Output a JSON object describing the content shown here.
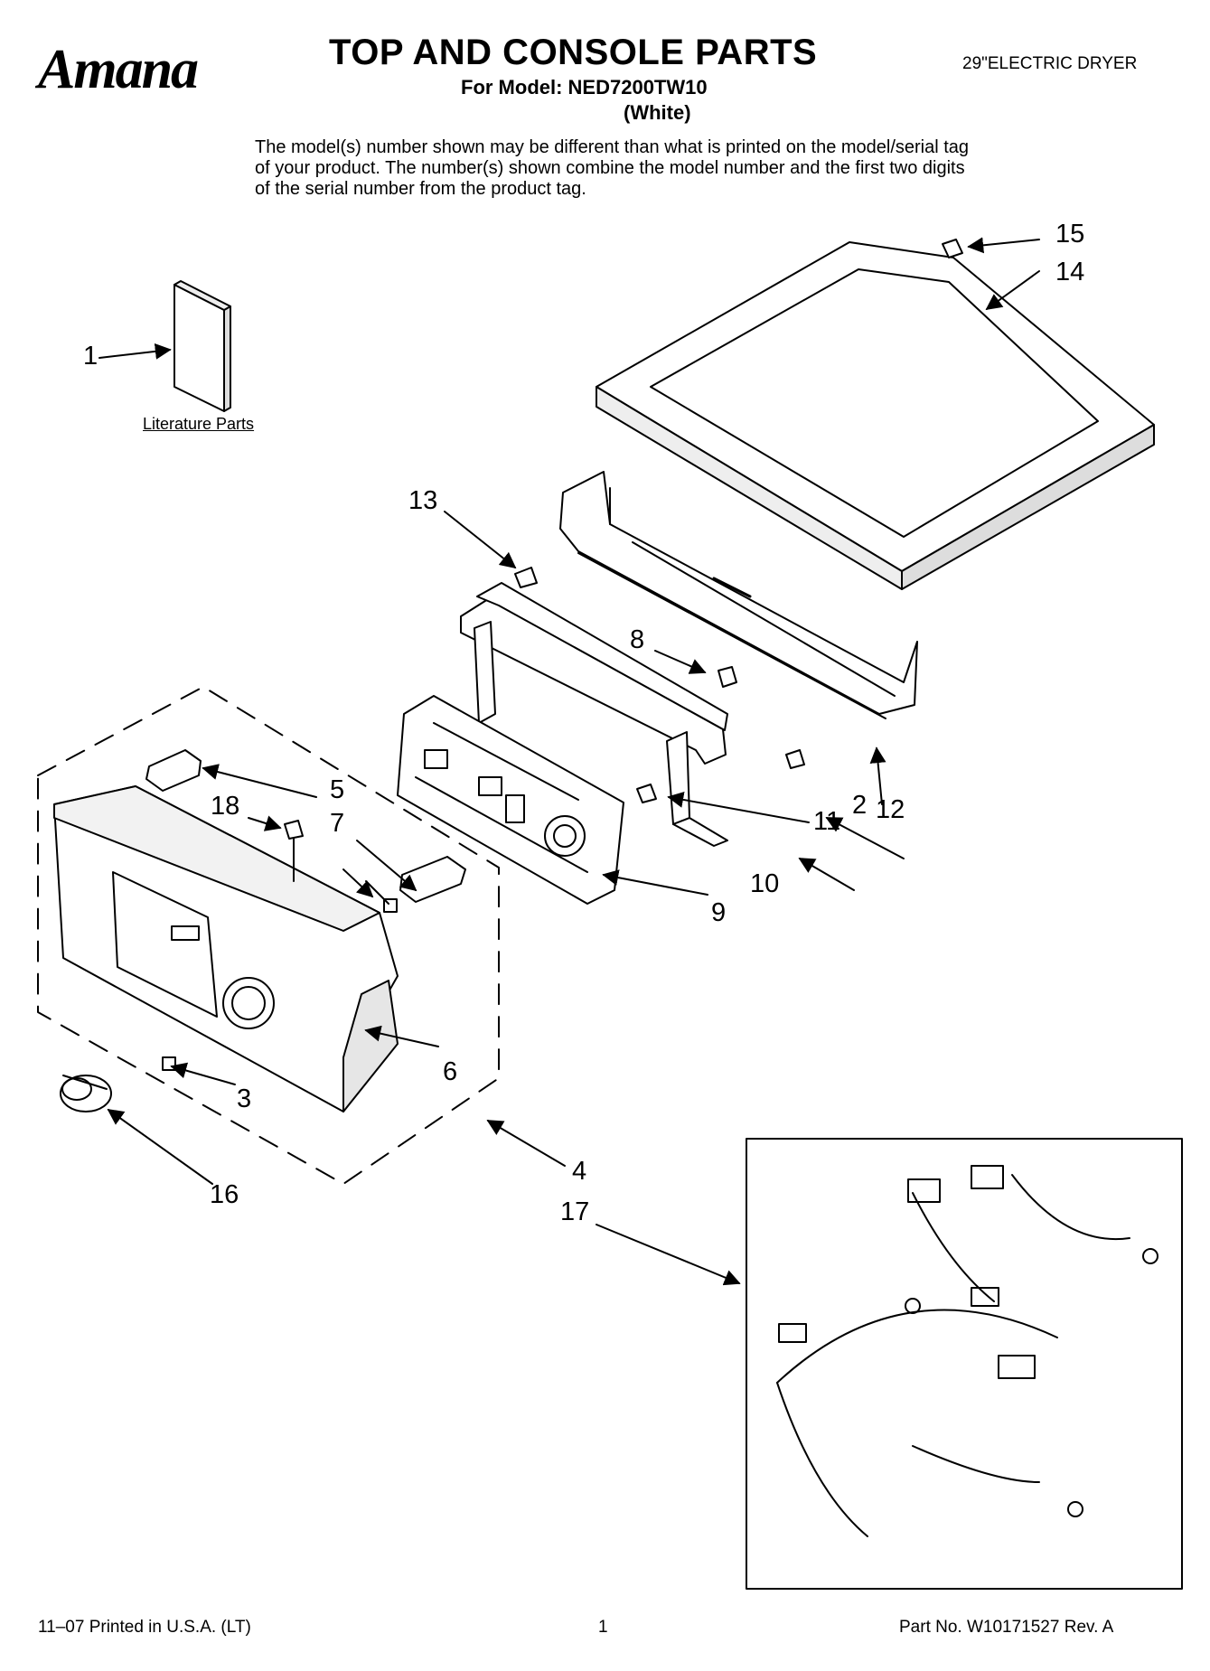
{
  "header": {
    "brand": "Amana",
    "title": "TOP AND CONSOLE PARTS",
    "model_line": "For Model: NED7200TW10",
    "variant": "(White)",
    "category": "29\"ELECTRIC DRYER"
  },
  "notice": "The model(s) number shown may be different than what is printed on the model/serial tag of your product. The number(s) shown combine the model number and the first two digits of the serial number from the product tag.",
  "literature_label": "Literature Parts",
  "callouts": [
    "1",
    "2",
    "3",
    "4",
    "5",
    "6",
    "7",
    "8",
    "9",
    "10",
    "11",
    "12",
    "13",
    "14",
    "15",
    "16",
    "17",
    "18"
  ],
  "footer": {
    "left": "11–07 Printed in U.S.A. (LT)",
    "center": "1",
    "right": "Part No. W10171527 Rev. A"
  }
}
